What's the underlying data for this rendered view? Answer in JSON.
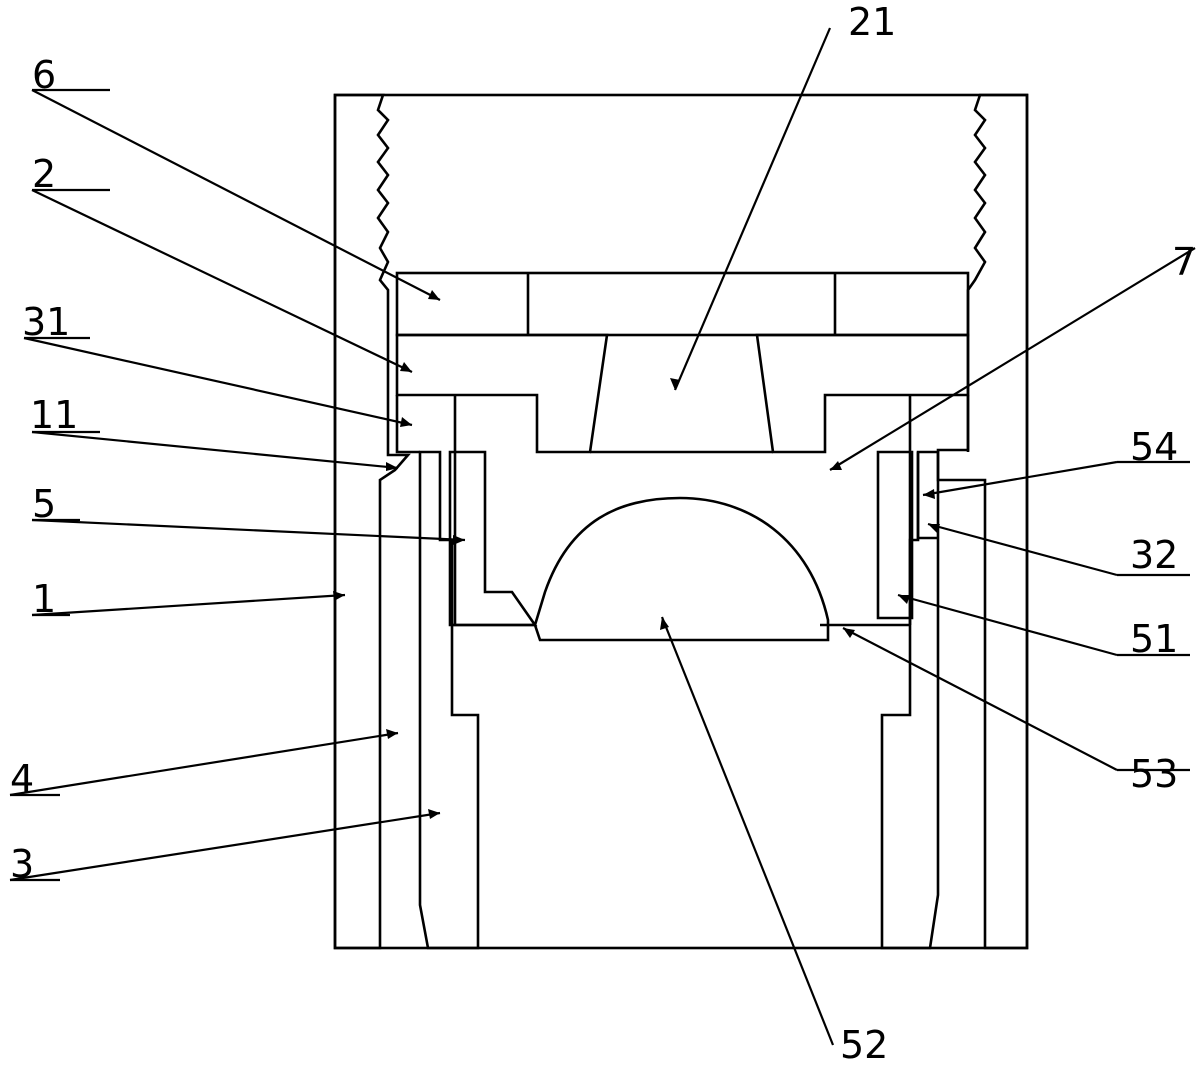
{
  "labels": {
    "l21": "21",
    "l6": "6",
    "l2": "2",
    "l31": "31",
    "l11": "11",
    "l5": "5",
    "l1": "1",
    "l4": "4",
    "l3": "3",
    "l7": "7",
    "l54": "54",
    "l32": "32",
    "l51": "51",
    "l53": "53",
    "l52": "52"
  }
}
